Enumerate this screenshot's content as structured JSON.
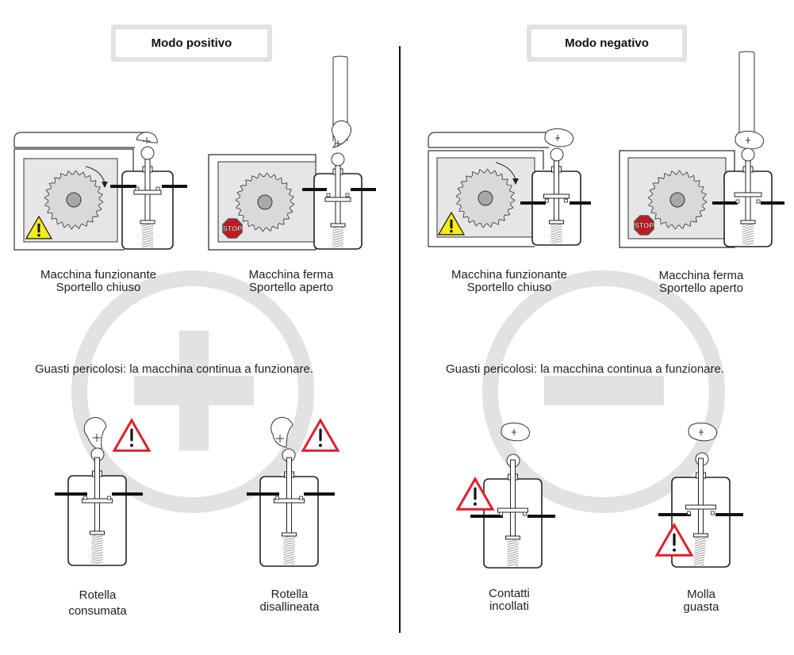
{
  "panels": [
    {
      "id": "positive",
      "title": "Modo positivo",
      "background_symbol": "plus",
      "scenes": [
        {
          "caption_line1": "Macchina funzionante",
          "caption_line2": "Sportello chiuso",
          "sign": "warning-yellow"
        },
        {
          "caption_line1": "Macchina ferma",
          "caption_line2": "Sportello aperto",
          "sign": "stop"
        }
      ],
      "failures_note": "Guasti pericolosi: la macchina continua a funzionare.",
      "failures": [
        {
          "caption_line1": "Rotella",
          "caption_line2": "consumata"
        },
        {
          "caption_line1": "Rotella",
          "caption_line2": "disallineata"
        }
      ]
    },
    {
      "id": "negative",
      "title": "Modo negativo",
      "background_symbol": "minus",
      "scenes": [
        {
          "caption_line1": "Macchina funzionante",
          "caption_line2": "Sportello chiuso",
          "sign": "warning-yellow"
        },
        {
          "caption_line1": "Macchina ferma",
          "caption_line2": "Sportello aperto",
          "sign": "stop"
        }
      ],
      "failures_note": "Guasti pericolosi: la macchina continua a funzionare.",
      "failures": [
        {
          "caption_line1": "Contatti",
          "caption_line2": "incollati"
        },
        {
          "caption_line1": "Molla",
          "caption_line2": "guasta"
        }
      ]
    }
  ],
  "icons": {
    "stop_label": "STOP",
    "warning_glyph": "!"
  },
  "colors": {
    "background_symbol": "#e2e2e2",
    "machine_panel": "#e6e6e6",
    "warning_yellow": "#f7ec13",
    "warning_red": "#e01e2b",
    "stop_red": "#c8161e",
    "contact_black": "#111111"
  }
}
